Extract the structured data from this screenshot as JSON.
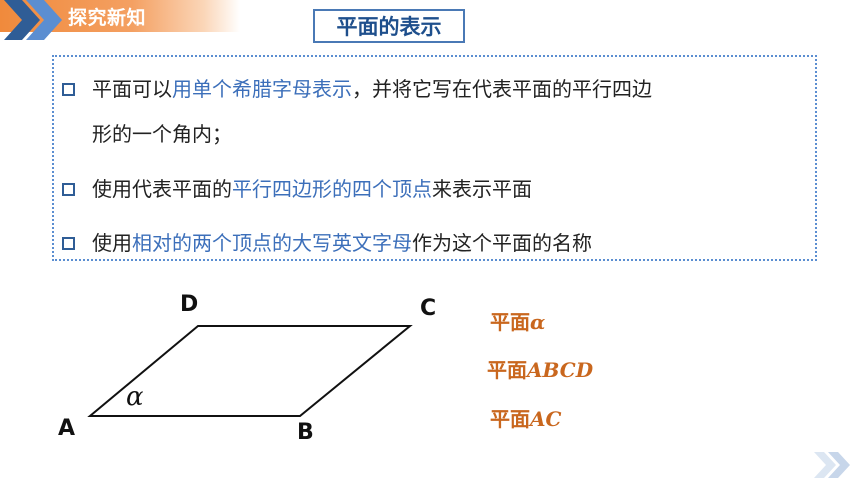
{
  "header": {
    "title": "探究新知"
  },
  "section_title": "平面的表示",
  "bullets": [
    {
      "pre": "平面可以",
      "highlight": "用单个希腊字母表示",
      "post": "，并将它写在代表平面的平行四边",
      "continuation": "形的一个角内；"
    },
    {
      "pre": "使用代表平面的",
      "highlight": "平行四边形的四个顶点",
      "post": "来表示平面"
    },
    {
      "pre": "使用",
      "highlight": "相对的两个顶点的大写英文字母",
      "post": "作为这个平面的名称"
    }
  ],
  "figure": {
    "vertices": {
      "A": "A",
      "B": "B",
      "C": "C",
      "D": "D"
    },
    "angle_label": "α"
  },
  "names": [
    {
      "prefix": "平面",
      "symbol": "α"
    },
    {
      "prefix": "平面",
      "symbol": "ABCD"
    },
    {
      "prefix": "平面",
      "symbol": "AC"
    }
  ],
  "colors": {
    "accent": "#f08a3c",
    "highlight": "#3c6fba",
    "name_text": "#c9671e",
    "border": "#4a79b5"
  }
}
